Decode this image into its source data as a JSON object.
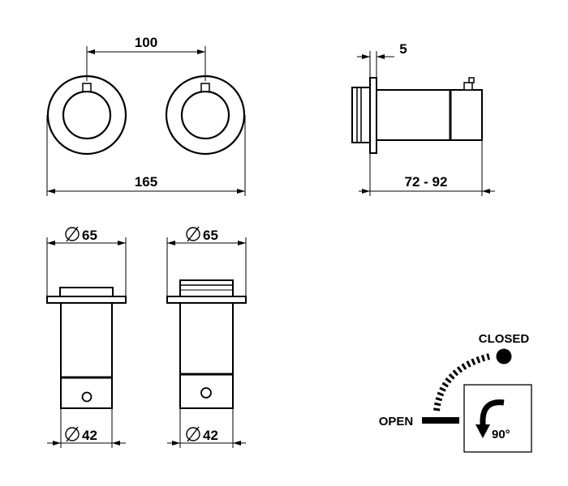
{
  "dimensions": {
    "knob_spacing": "100",
    "overall_width": "165",
    "plate_thickness": "5",
    "depth_range": "72 - 92",
    "plate_diameter_left": "65",
    "plate_diameter_right": "65",
    "body_diameter_left": "42",
    "body_diameter_right": "42",
    "diameter_symbol": "∅"
  },
  "operation": {
    "closed_label": "CLOSED",
    "open_label": "OPEN",
    "rotation_label": "90°"
  },
  "icons": {
    "diameter": "diameter-icon",
    "rotation": "rotate-arrow-icon",
    "closed": "closed-dot-icon",
    "open": "open-bar-icon"
  }
}
